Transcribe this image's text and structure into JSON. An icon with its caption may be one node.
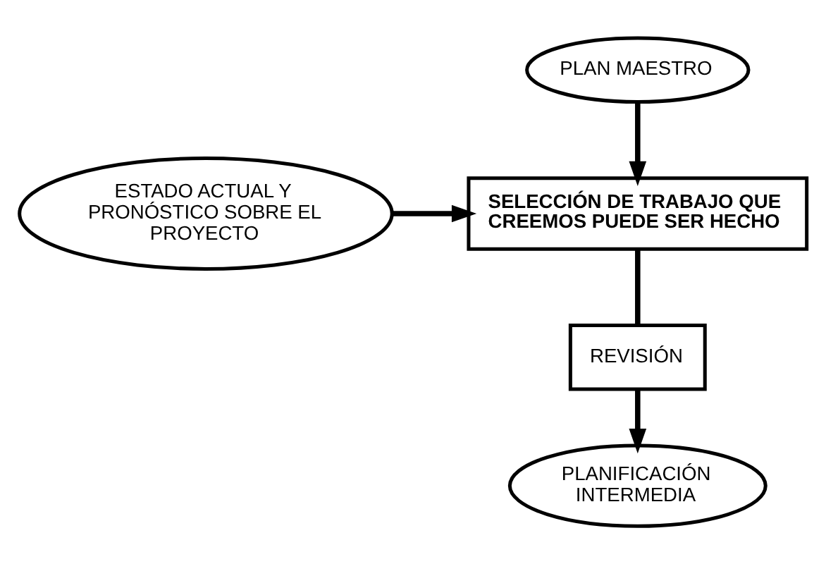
{
  "diagram": {
    "nodes": [
      {
        "text": [
          "PLAN MAESTRO"
        ]
      },
      {
        "text": [
          "ESTADO ACTUAL Y PRONÓSTICO SOBRE EL PROYECTO"
        ]
      },
      {
        "text": [
          "SELECCIÓN DE TRABAJO QUE CREEMOS PUEDE SER HECHO"
        ]
      },
      {
        "text": [
          "REVISIÓN"
        ]
      },
      {
        "text": [
          "PLANIFICACIÓN INTERMEDIA"
        ]
      }
    ],
    "edges": [
      {
        "from": 0,
        "to": 2,
        "arrow": "to"
      },
      {
        "from": 1,
        "to": 2,
        "arrow": "to"
      },
      {
        "from": 2,
        "to": 3,
        "arrow": "none"
      },
      {
        "from": 3,
        "to": 4,
        "arrow": "to"
      }
    ]
  }
}
